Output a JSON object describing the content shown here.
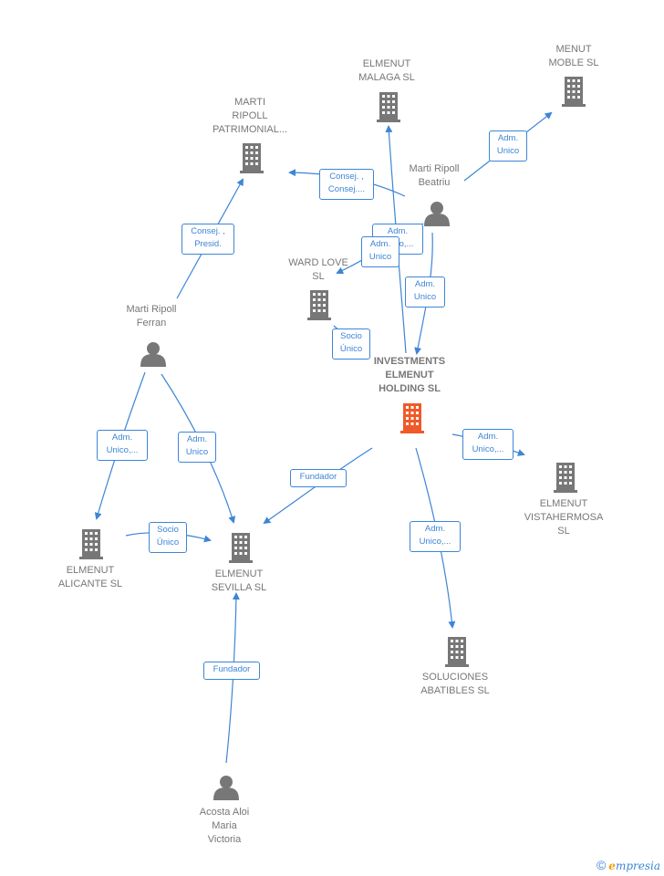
{
  "colors": {
    "edge": "#3d85d6",
    "node": "#777777",
    "focal_node": "#f05a28",
    "label_text": "#777777"
  },
  "nodes": [
    {
      "id": "menut_moble",
      "kind": "company",
      "icon": "building-icon",
      "label": "MENUT\nMOBLE SL",
      "focal": false
    },
    {
      "id": "elmenut_malaga",
      "kind": "company",
      "icon": "building-icon",
      "label": "ELMENUT\nMALAGA SL",
      "focal": false
    },
    {
      "id": "marti_ripoll_patrimonial",
      "kind": "company",
      "icon": "building-icon",
      "label": "MARTI\nRIPOLL\nPATRIMONIAL...",
      "focal": false
    },
    {
      "id": "marti_ripoll_beatriu",
      "kind": "person",
      "icon": "person-icon",
      "label": "Marti Ripoll\nBeatriu",
      "focal": false
    },
    {
      "id": "ward_love",
      "kind": "company",
      "icon": "building-icon",
      "label": "WARD LOVE\nSL",
      "focal": false
    },
    {
      "id": "marti_ripoll_ferran",
      "kind": "person",
      "icon": "person-icon",
      "label": "Marti Ripoll\nFerran",
      "focal": false
    },
    {
      "id": "investments_elmenut_holding",
      "kind": "company",
      "icon": "building-icon",
      "label": "INVESTMENTS\nELMENUT\nHOLDING SL",
      "focal": true
    },
    {
      "id": "elmenut_vistahermosa",
      "kind": "company",
      "icon": "building-icon",
      "label": "ELMENUT\nVISTAHERMOSA\nSL",
      "focal": false
    },
    {
      "id": "elmenut_alicante",
      "kind": "company",
      "icon": "building-icon",
      "label": "ELMENUT\nALICANTE SL",
      "focal": false
    },
    {
      "id": "elmenut_sevilla",
      "kind": "company",
      "icon": "building-icon",
      "label": "ELMENUT\nSEVILLA SL",
      "focal": false
    },
    {
      "id": "soluciones_abatibles",
      "kind": "company",
      "icon": "building-icon",
      "label": "SOLUCIONES\nABATIBLES SL",
      "focal": false
    },
    {
      "id": "acosta_aloi",
      "kind": "person",
      "icon": "person-icon",
      "label": "Acosta Aloi\nMaria\nVictoria",
      "focal": false
    }
  ],
  "edges": [
    {
      "id": "e1",
      "from": "marti_ripoll_beatriu",
      "to": "menut_moble",
      "label": "Adm.\nUnico"
    },
    {
      "id": "e2",
      "from": "marti_ripoll_beatriu",
      "to": "marti_ripoll_patrimonial",
      "label": "Consej. ,\nConsej...."
    },
    {
      "id": "e3",
      "from": "investments_elmenut_holding",
      "to": "elmenut_malaga",
      "label": "Adm.\nUnico,..."
    },
    {
      "id": "e4",
      "from": "marti_ripoll_beatriu",
      "to": "ward_love",
      "label": "Adm.\nUnico"
    },
    {
      "id": "e5",
      "from": "marti_ripoll_beatriu",
      "to": "investments_elmenut_holding",
      "label": "Adm.\nUnico"
    },
    {
      "id": "e6",
      "from": "ward_love",
      "to": "investments_elmenut_holding",
      "label": "Socio\nÚnico"
    },
    {
      "id": "e7",
      "from": "marti_ripoll_ferran",
      "to": "marti_ripoll_patrimonial",
      "label": "Consej. ,\nPresid."
    },
    {
      "id": "e8",
      "from": "marti_ripoll_ferran",
      "to": "elmenut_alicante",
      "label": "Adm.\nUnico,..."
    },
    {
      "id": "e9",
      "from": "marti_ripoll_ferran",
      "to": "elmenut_sevilla",
      "label": "Adm.\nUnico"
    },
    {
      "id": "e10",
      "from": "investments_elmenut_holding",
      "to": "elmenut_sevilla",
      "label": "Fundador"
    },
    {
      "id": "e11",
      "from": "investments_elmenut_holding",
      "to": "elmenut_vistahermosa",
      "label": "Adm.\nUnico,..."
    },
    {
      "id": "e12",
      "from": "investments_elmenut_holding",
      "to": "soluciones_abatibles",
      "label": "Adm.\nUnico,..."
    },
    {
      "id": "e13",
      "from": "elmenut_alicante",
      "to": "elmenut_sevilla",
      "label": "Socio\nÚnico"
    },
    {
      "id": "e14",
      "from": "acosta_aloi",
      "to": "elmenut_sevilla",
      "label": "Fundador"
    }
  ],
  "brand": {
    "copyright": "©",
    "name_first": "e",
    "name_rest": "mpresia"
  }
}
